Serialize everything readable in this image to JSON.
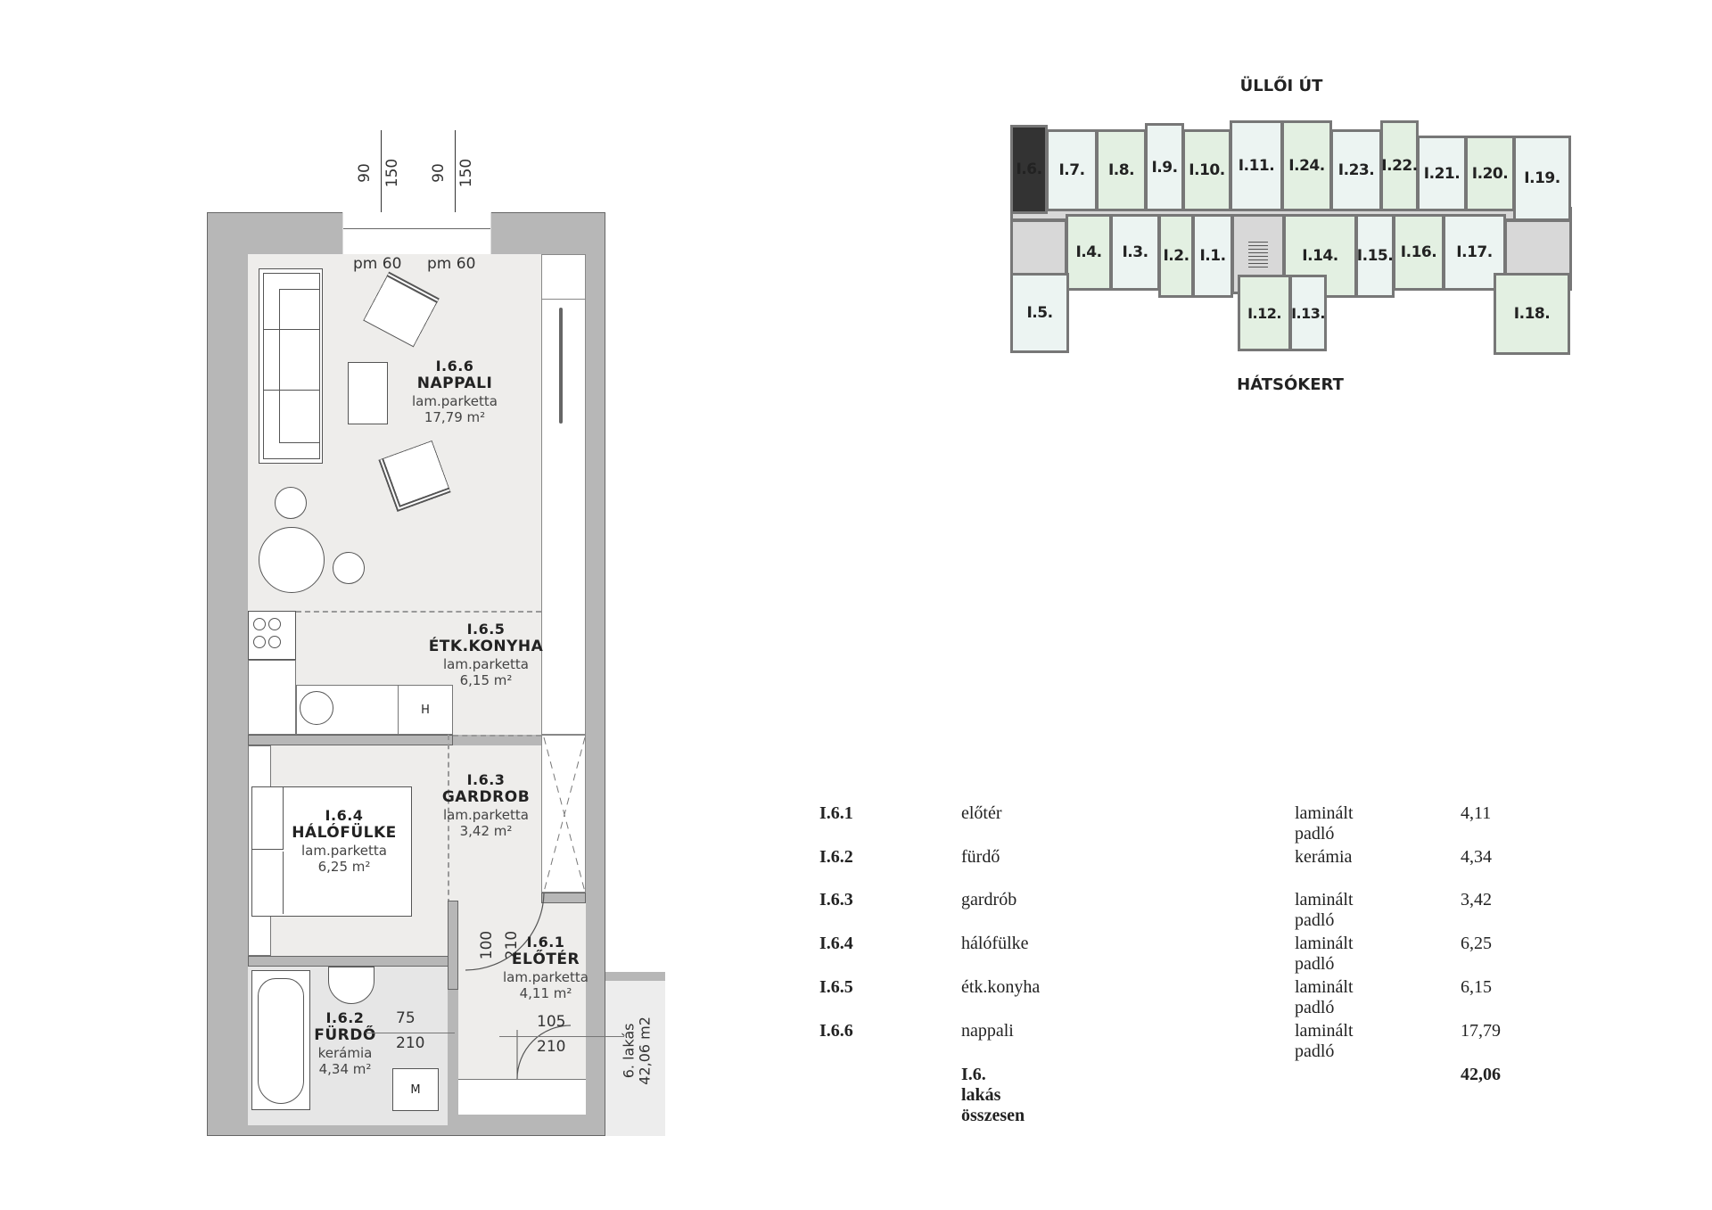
{
  "plan": {
    "dims_top": [
      "90",
      "150",
      "90",
      "150"
    ],
    "pm": [
      "pm 60",
      "pm 60"
    ],
    "rooms": [
      {
        "code": "I.6.6",
        "name": "NAPPALI",
        "floor": "lam.parketta",
        "area": "17,79 m²"
      },
      {
        "code": "I.6.5",
        "name": "ÉTK.KONYHA",
        "floor": "lam.parketta",
        "area": "6,15 m²"
      },
      {
        "code": "I.6.3",
        "name": "GARDROB",
        "floor": "lam.parketta",
        "area": "3,42 m²"
      },
      {
        "code": "I.6.4",
        "name": "HÁLÓFÜLKE",
        "floor": "lam.parketta",
        "area": "6,25 m²"
      },
      {
        "code": "I.6.1",
        "name": "ELŐTÉR",
        "floor": "lam.parketta",
        "area": "4,11 m²"
      },
      {
        "code": "I.6.2",
        "name": "FÜRDŐ",
        "floor": "kerámia",
        "area": "4,34 m²"
      }
    ],
    "fixtures": {
      "fridge": "H",
      "washer": "M"
    },
    "door_dims": {
      "d1_w": "100",
      "d1_h": "210",
      "bath_w": "75",
      "bath_h": "210",
      "entry_w": "105",
      "entry_h": "210"
    },
    "unit_tag": [
      "6. lakás",
      "42,06 m2"
    ]
  },
  "keyplan": {
    "street": "ÜLLŐI ÚT",
    "garden": "HÁTSÓKERT",
    "highlight_color": "#333333",
    "rooms": [
      "I.6.",
      "I.7.",
      "I.8.",
      "I.9.",
      "I.10.",
      "I.11.",
      "I.24.",
      "I.23.",
      "I.22.",
      "I.21.",
      "I.20.",
      "I.19.",
      "I.4.",
      "I.3.",
      "I.2.",
      "I.1.",
      "I.14.",
      "I.15.",
      "I.16.",
      "I.17.",
      "I.5.",
      "I.12.",
      "I.13.",
      "I.18."
    ]
  },
  "table": {
    "rows": [
      {
        "id": "I.6.1",
        "room": "előtér",
        "floor": "laminált padló",
        "area": "4,11"
      },
      {
        "id": "I.6.2",
        "room": "fürdő",
        "floor": "kerámia",
        "area": "4,34"
      },
      {
        "id": "I.6.3",
        "room": "gardrób",
        "floor": "laminált padló",
        "area": "3,42"
      },
      {
        "id": "I.6.4",
        "room": "hálófülke",
        "floor": "laminált padló",
        "area": "6,25"
      },
      {
        "id": "I.6.5",
        "room": "étk.konyha",
        "floor": "laminált padló",
        "area": "6,15"
      },
      {
        "id": "I.6.6",
        "room": "nappali",
        "floor": "laminált padló",
        "area": "17,79"
      }
    ],
    "total_label": "I.6. lakás összesen",
    "total_value": "42,06"
  }
}
